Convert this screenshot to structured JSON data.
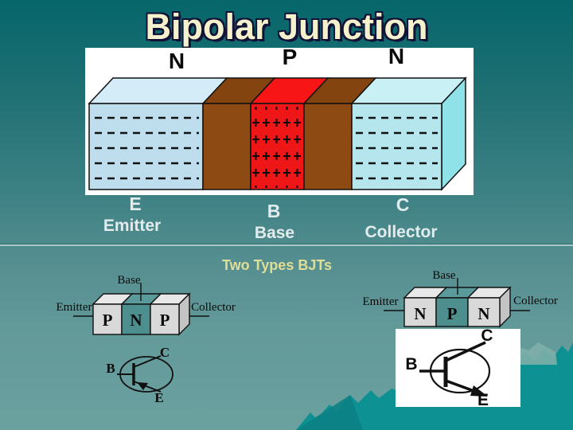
{
  "slide": {
    "title": "Bipolar Junction",
    "subtitle": "Two Types BJTs"
  },
  "main_diagram": {
    "region_labels": [
      "N",
      "P",
      "N"
    ],
    "terminals": [
      {
        "letter": "E",
        "name": "Emitter"
      },
      {
        "letter": "B",
        "name": "Base"
      },
      {
        "letter": "C",
        "name": "Collector"
      }
    ]
  },
  "pnp_block": {
    "base": "Base",
    "emitter": "Emitter",
    "collector": "Collector",
    "regions": [
      "P",
      "N",
      "P"
    ]
  },
  "npn_block": {
    "base": "Base",
    "emitter": "Emitter",
    "collector": "Collector",
    "regions": [
      "N",
      "P",
      "N"
    ]
  },
  "pnp_symbol": {
    "base": "B",
    "collector": "C",
    "emitter": "E"
  },
  "npn_symbol": {
    "base": "B",
    "collector": "C",
    "emitter": "E"
  },
  "colors": {
    "background_top": "#05666a",
    "background_bottom": "#6ba19f",
    "title_text": "#f4f1cd",
    "title_outline": "#121236",
    "subtitle_text": "#dede96",
    "terminal_text": "#e3ecec",
    "n_region_left": "#bfdeed",
    "n_region_right": "#b5e6ee",
    "p_region": "#ee1616",
    "depletion_region": "#8d4a12",
    "block_gray": "#d9d9d9",
    "block_teal": "#4d8e8e",
    "mountain": "#0d9193"
  }
}
